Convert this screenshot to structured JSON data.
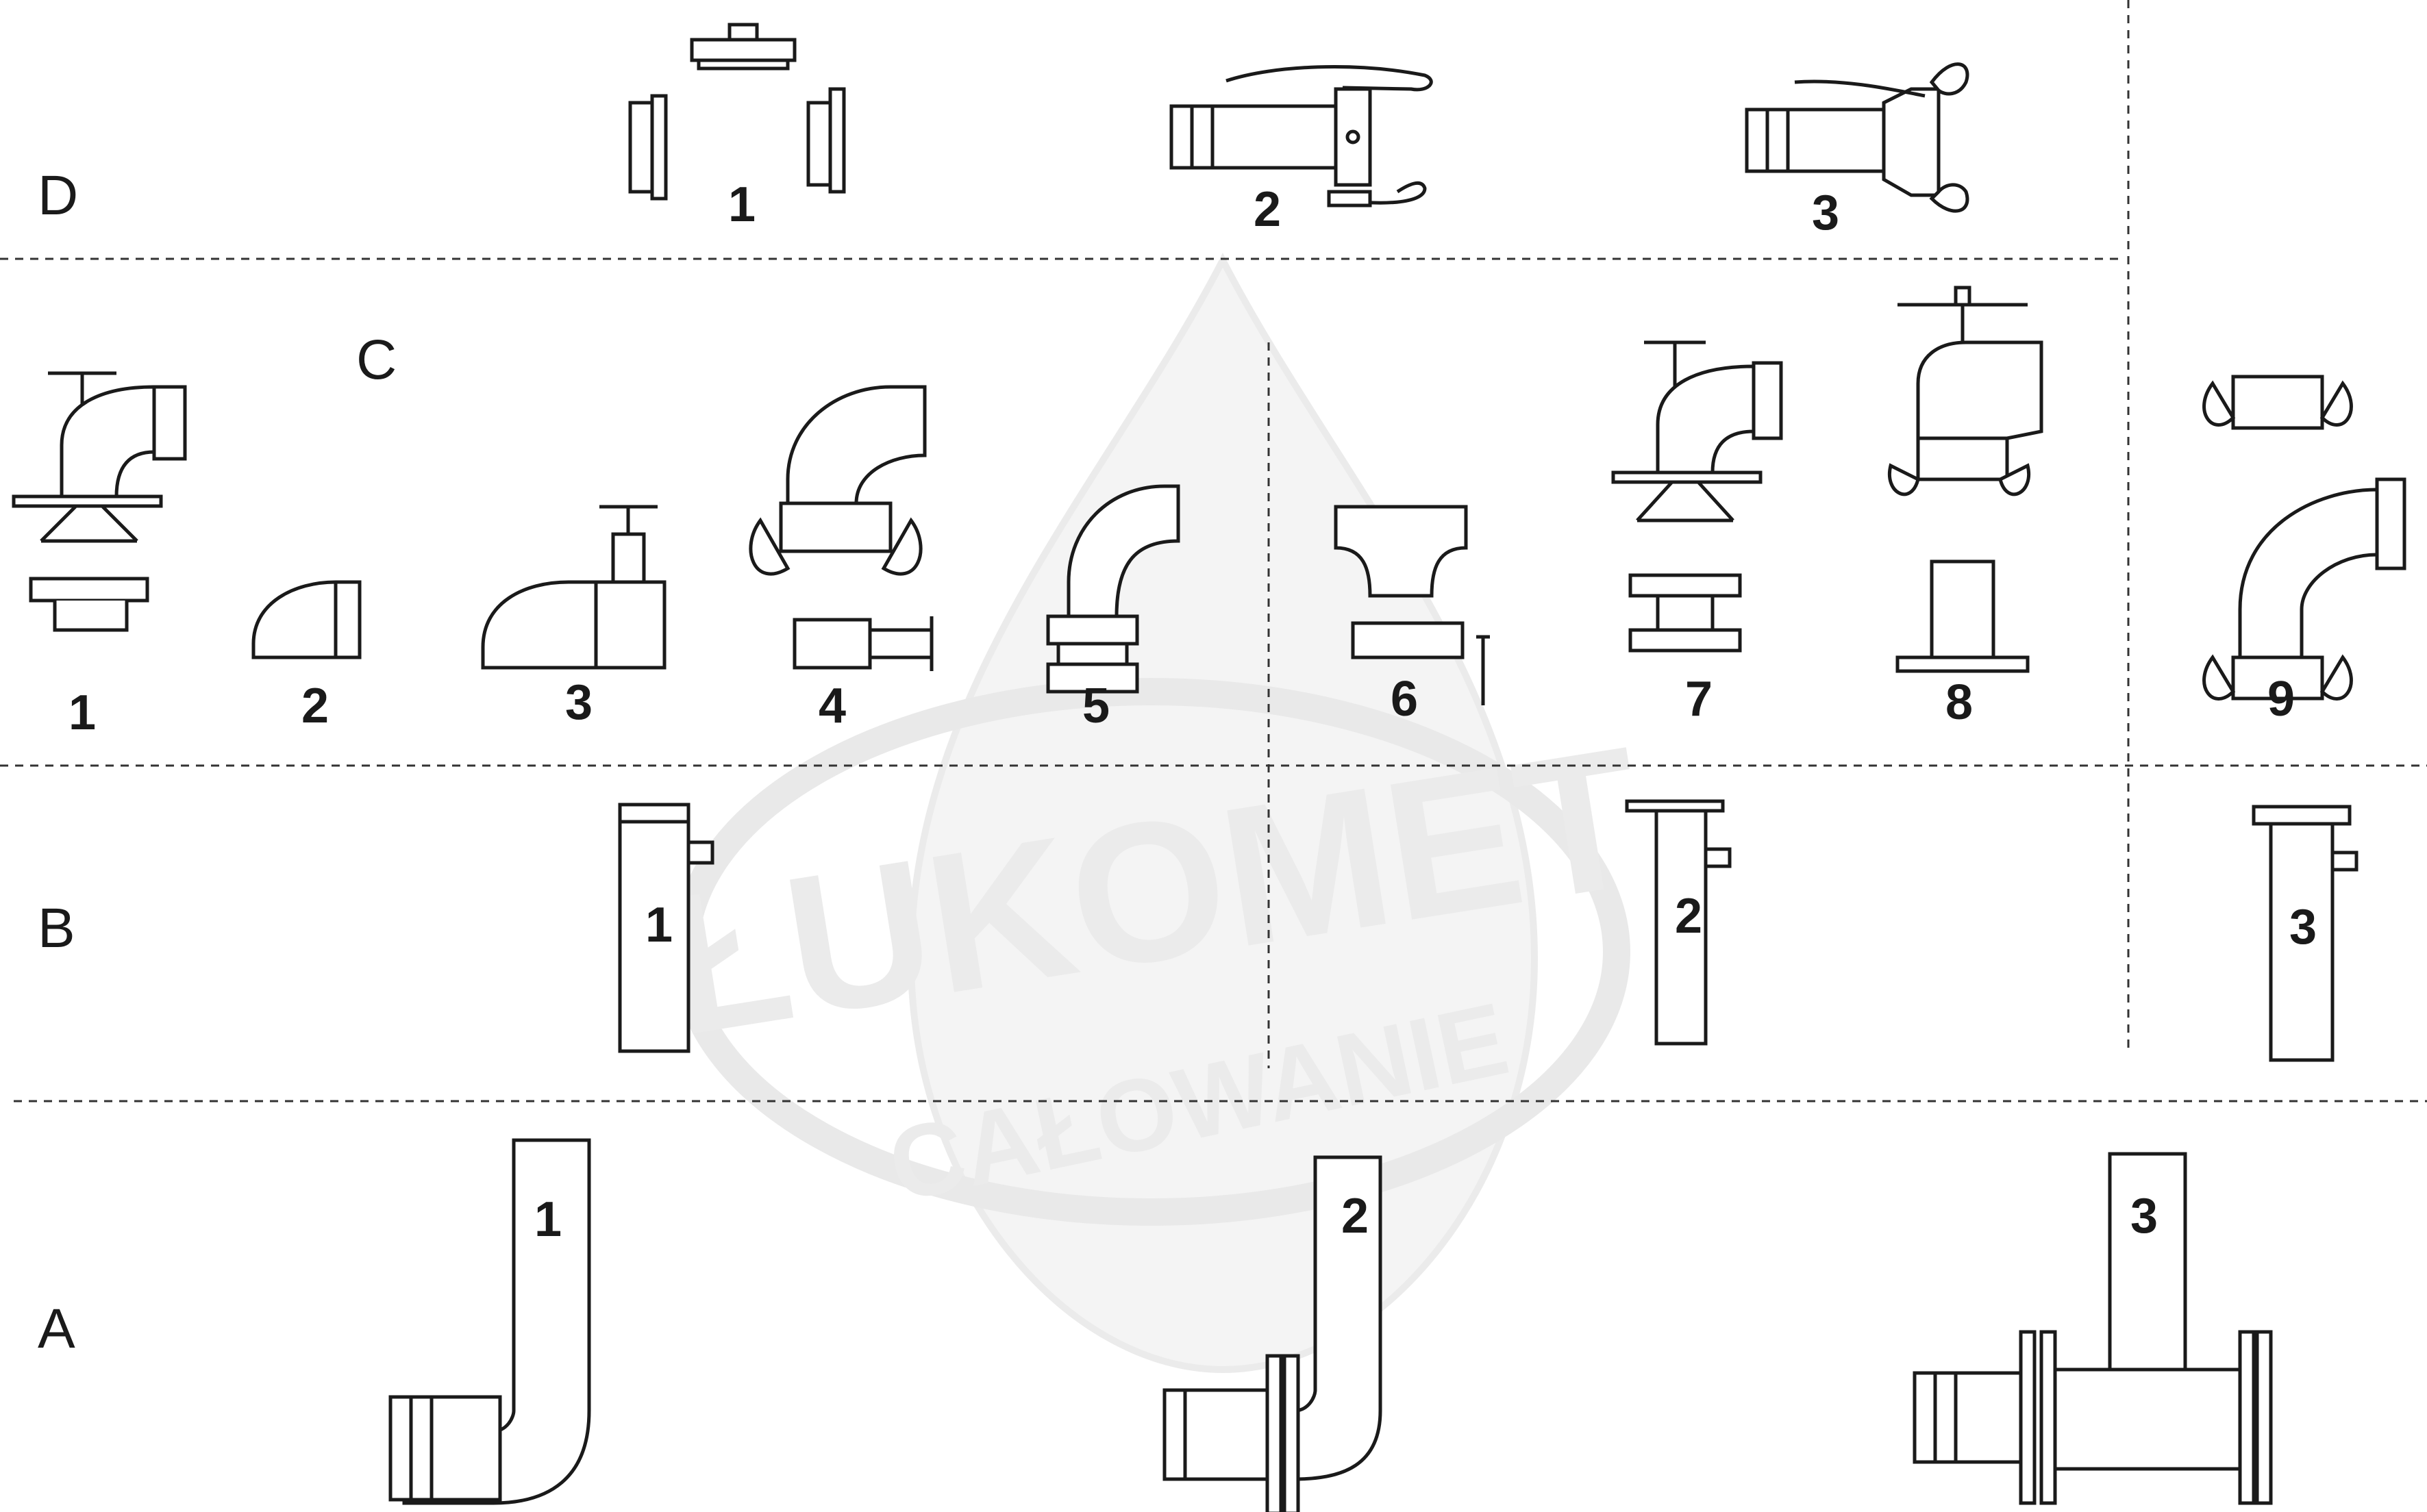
{
  "watermark": {
    "brand": "ŁUKOMET",
    "subtitle": "CAŁOWANIE"
  },
  "sections": [
    {
      "id": "D",
      "label": "D",
      "items": [
        "1",
        "2",
        "3"
      ]
    },
    {
      "id": "C",
      "label": "C",
      "items": [
        "1",
        "2",
        "3",
        "4",
        "5",
        "6",
        "7",
        "8",
        "9"
      ]
    },
    {
      "id": "B",
      "label": "B",
      "items": [
        "1",
        "2",
        "3"
      ]
    },
    {
      "id": "A",
      "label": "A",
      "items": [
        "1",
        "2",
        "3"
      ]
    }
  ],
  "colors": {
    "line": "#1a1a1a",
    "watermark": "#ebebeb",
    "background": "#ffffff"
  }
}
